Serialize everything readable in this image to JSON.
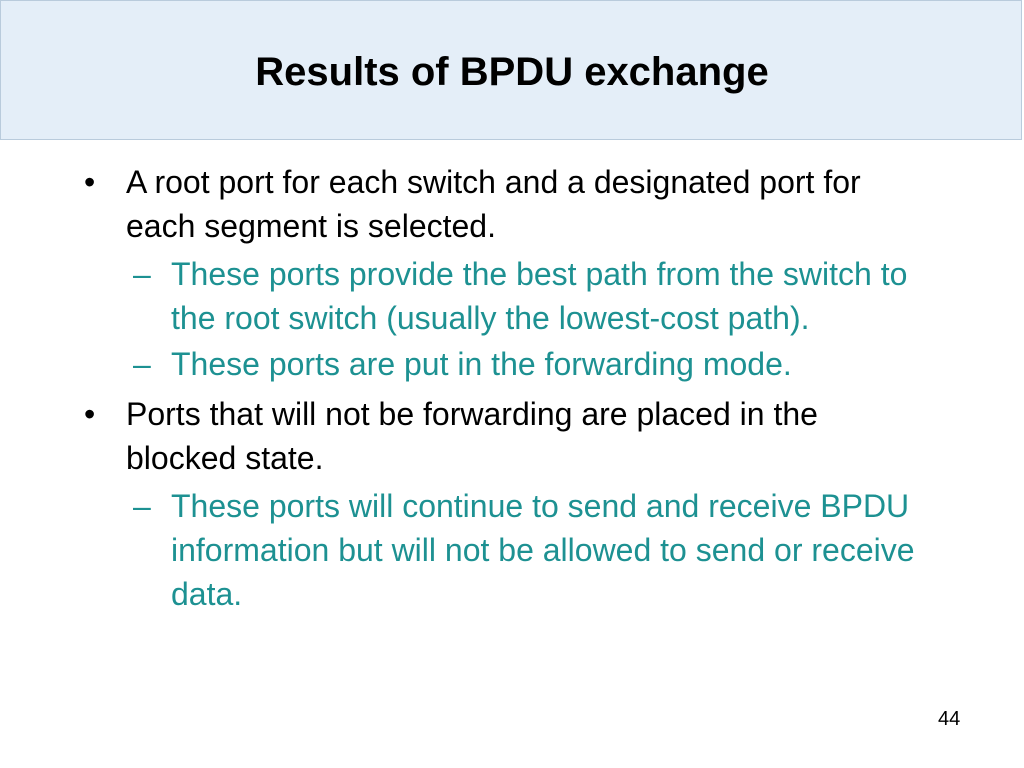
{
  "slide": {
    "title": "Results of BPDU exchange",
    "page_number": "44",
    "bullets": [
      {
        "marker": "•",
        "text": "A root port for each switch and a designated port for each segment is selected.",
        "sub": [
          {
            "marker": "–",
            "text": "These ports provide the best path from the switch to the root switch (usually the lowest-cost path)."
          },
          {
            "marker": "–",
            "text": "These ports are put in the forwarding mode."
          }
        ]
      },
      {
        "marker": "•",
        "text": "Ports that will not be forwarding are placed in the blocked state.",
        "sub": [
          {
            "marker": "–",
            "text": "These ports will continue to send and receive BPDU information but will not be allowed to send or receive data."
          }
        ]
      }
    ]
  },
  "colors": {
    "title_band": "#e4eef8",
    "sub_text": "#1d9192"
  }
}
